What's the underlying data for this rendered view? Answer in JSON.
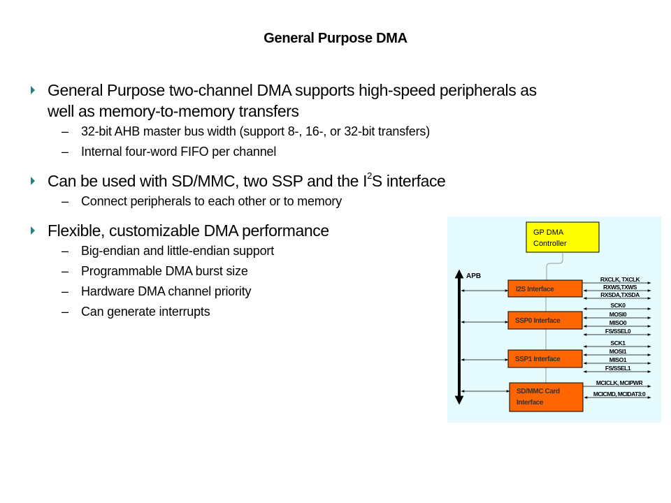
{
  "slide": {
    "title": "General Purpose DMA",
    "bullets": [
      {
        "text_lines": [
          "General Purpose two-channel DMA supports high-speed peripherals as",
          "well as memory-to-memory transfers"
        ],
        "sub": [
          "32-bit AHB master bus width (support 8-, 16-, or 32-bit transfers)",
          "Internal four-word FIFO per channel"
        ]
      },
      {
        "text_pre": "Can be used with SD/MMC, two SSP and the I",
        "text_sup": "2",
        "text_post": "S interface",
        "sub": [
          "Connect peripherals to each other or to memory"
        ]
      },
      {
        "text": "Flexible, customizable DMA performance",
        "sub": [
          "Big-endian and little-endian support",
          "Programmable DMA burst size",
          "Hardware DMA channel priority",
          "Can generate interrupts"
        ]
      }
    ],
    "sub_marker": "–"
  },
  "diagram": {
    "colors": {
      "panel": "#e6fbfd",
      "controller": "#ffff00",
      "interface": "#ff6600",
      "bullet": "#2a7f80"
    },
    "controller": {
      "line1": "GP DMA",
      "line2": "Controller"
    },
    "bus_label": "APB",
    "interfaces": [
      {
        "label": "I2S Interface",
        "signals": [
          "RXCLK, TXCLK",
          "RXWS,TXWS",
          "RXSDA,TXSDA"
        ]
      },
      {
        "label": "SSP0 Interface",
        "signals": [
          "SCK0",
          "MOSI0",
          "MISO0",
          "FS/SSEL0"
        ]
      },
      {
        "label": "SSP1 Interface",
        "signals": [
          "SCK1",
          "MOSI1",
          "MISO1",
          "FS/SSEL1"
        ]
      },
      {
        "label_line1": "SD/MMC Card",
        "label_line2": "Interface",
        "signals": [
          "MCICLK, MCIPWR",
          "MCICMD, MCIDAT3:0"
        ]
      }
    ]
  }
}
